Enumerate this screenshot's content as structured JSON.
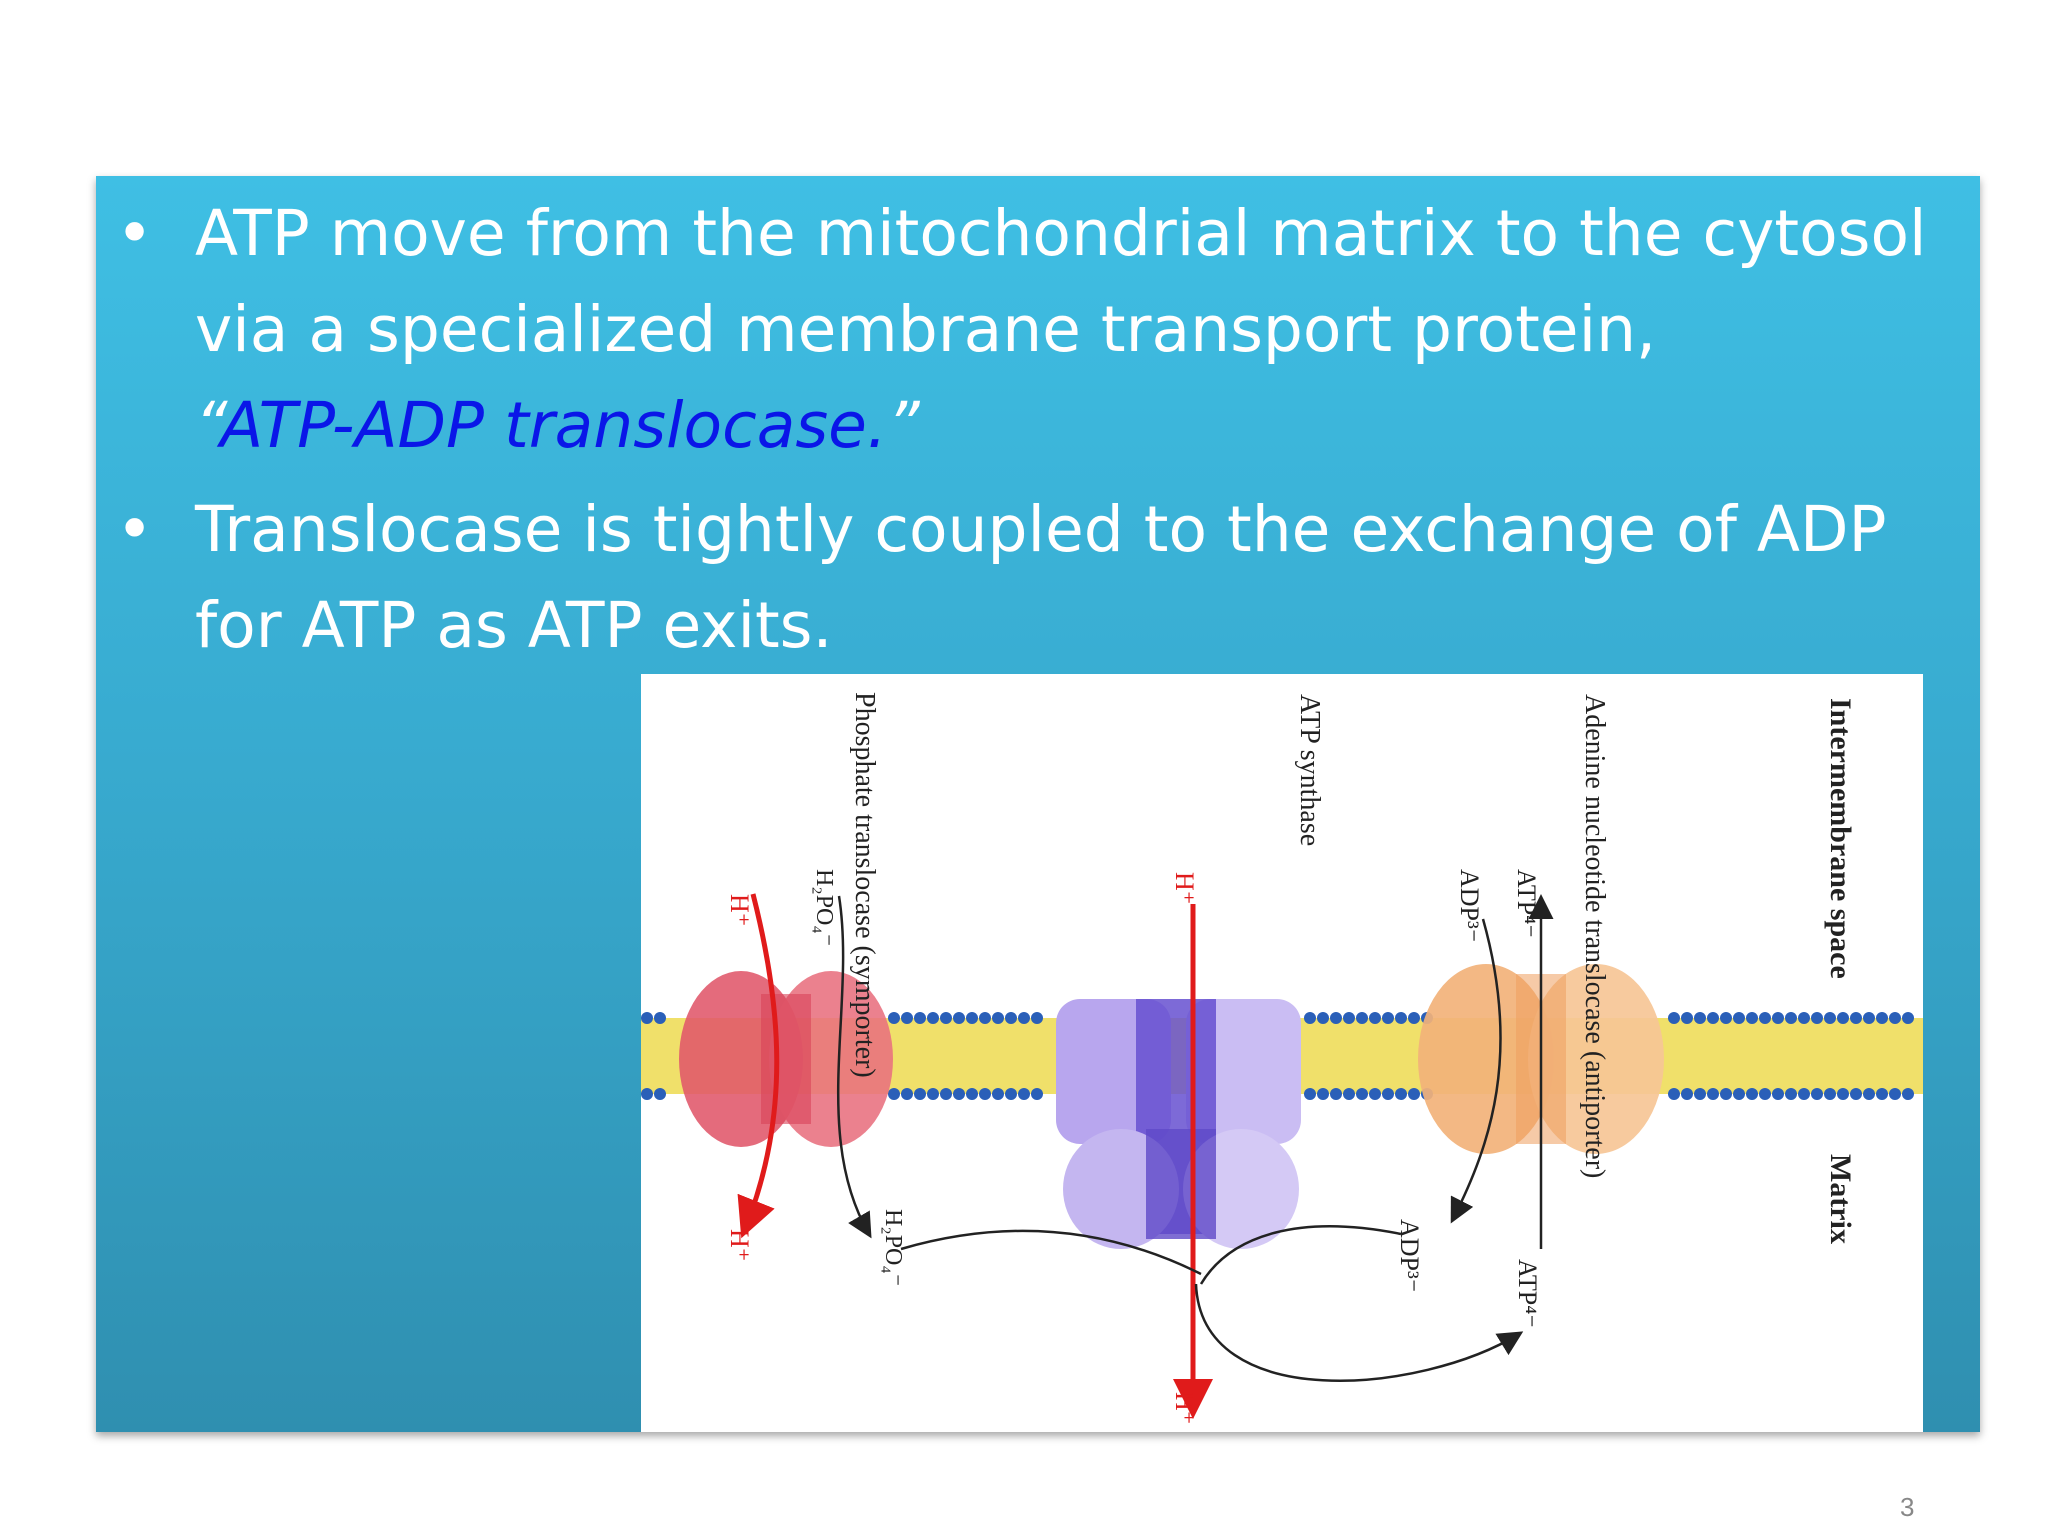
{
  "slide": {
    "bullets": [
      {
        "text": "ATP move from the mitochondrial matrix to the cytosol via a specialized membrane transport protein,",
        "quote_open": "“",
        "emphasis": "ATP-ADP translocase.",
        "quote_close": "”"
      },
      {
        "text": "Translocase is tightly coupled to the exchange of ADP for ATP as ATP exits."
      }
    ],
    "bullet_symbol": "•",
    "page_number": "3"
  },
  "figure": {
    "labels": {
      "intermembrane_space": "Intermembrane space",
      "matrix": "Matrix",
      "antiporter": "Adenine nucleotide translocase (antiporter)",
      "atp_synthase": "ATP synthase",
      "symporter": "Phosphate translocase (symporter)",
      "atp_top": "ATP⁴⁻",
      "adp_top": "ADP³⁻",
      "atp_bottom": "ATP⁴⁻",
      "adp_bottom": "ADP³⁻",
      "h_synthase_top": "H⁺",
      "h_synthase_bottom": "H⁺",
      "h_symporter_top": "H⁺",
      "h_symporter_bottom": "H⁺",
      "phosphate_top": "H₂PO₄⁻",
      "phosphate_bottom": "H₂PO₄⁻"
    },
    "colors": {
      "symporter": "#e0566a",
      "synthase": "#9b86e0",
      "antiporter": "#f2b27a",
      "proton_arrow": "#e01b1b",
      "membrane_heads": "#2a5fb8",
      "membrane_tails": "#f0e06a"
    }
  }
}
